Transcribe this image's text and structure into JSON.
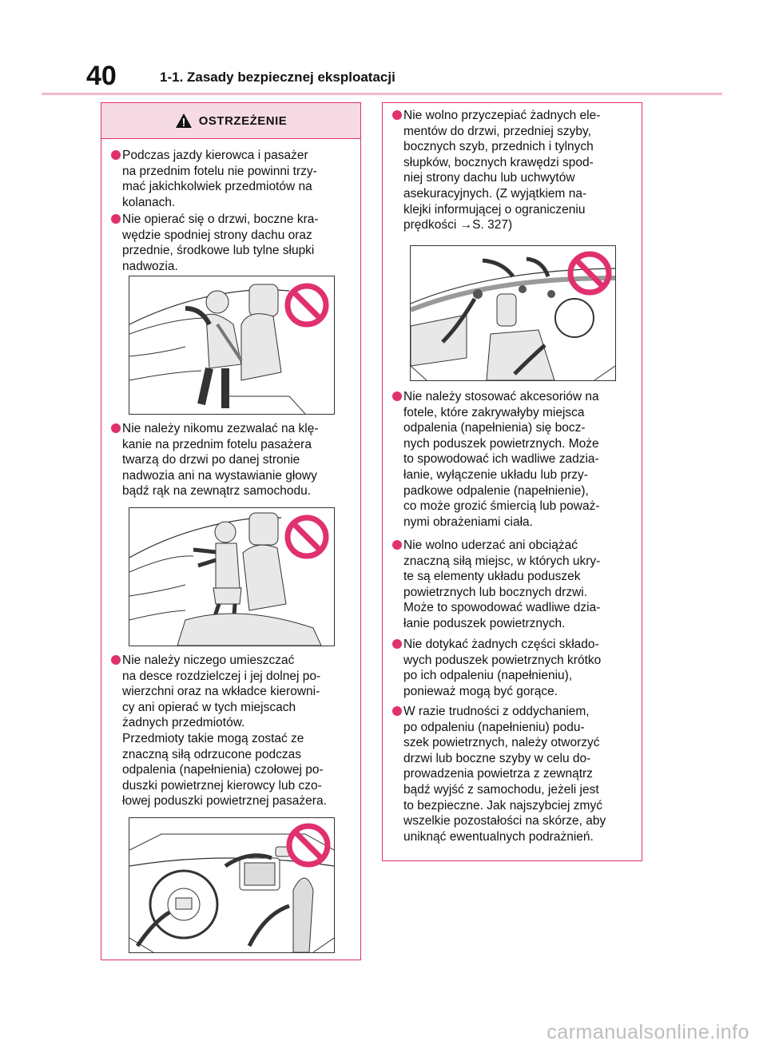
{
  "header": {
    "page_number": "40",
    "section_title": "1-1. Zasady bezpiecznej eksploatacji"
  },
  "warning": {
    "title": "OSTRZEŻENIE"
  },
  "left_items": [
    {
      "text": "Podczas jazdy kierowca i pasażer\nna przednim fotelu nie powinni trzy-\nmać jakichkolwiek przedmiotów na\nkolanach."
    },
    {
      "text": "Nie opierać się o drzwi, boczne kra-\nwędzie spodniej strony dachu oraz\nprzednie, środkowe lub tylne słupki\nnadwozia."
    },
    {
      "text": "Nie należy nikomu zezwalać na klę-\nkanie na przednim fotelu pasażera\ntwarzą do drzwi po danej stronie\nnadwozia ani na wystawianie głowy\nbądź rąk na zewnątrz samochodu."
    },
    {
      "text": "Nie należy niczego umieszczać\nna desce rozdzielczej i jej dolnej po-\nwierzchni oraz na wkładce kierowni-\ncy ani opierać w tych miejscach\nżadnych przedmiotów.\nPrzedmioty takie mogą zostać ze\nznaczną siłą odrzucone podczas\nodpalenia (napełnienia) czołowej po-\nduszki powietrznej kierowcy lub czo-\nłowej poduszki powietrznej pasażera."
    }
  ],
  "right_items": [
    {
      "text": "Nie wolno przyczepiać żadnych ele-\nmentów do drzwi, przedniej szyby,\nbocznych szyb, przednich i tylnych\nsłupków, bocznych krawędzi spod-\nniej strony dachu lub uchwytów\nasekuracyjnych. (Z wyjątkiem na-\nklejki informującej o ograniczeniu\nprędkości →S. 327)"
    },
    {
      "text": "Nie należy stosować akcesoriów na\nfotele, które zakrywałyby miejsca\nodpalenia (napełnienia) się bocz-\nnych poduszek powietrznych. Może\nto spowodować ich wadliwe zadzia-\nłanie, wyłączenie układu lub przy-\npadkowe odpalenie (napełnienie),\nco może grozić śmiercią lub poważ-\nnymi obrażeniami ciała."
    },
    {
      "text": "Nie wolno uderzać ani obciążać\nznaczną siłą miejsc, w których ukry-\nte są elementy układu poduszek\npowietrznych lub bocznych drzwi.\nMoże to spowodować wadliwe dzia-\nłanie poduszek powietrznych."
    },
    {
      "text": "Nie dotykać żadnych części składo-\nwych poduszek powietrznych krótko\npo ich odpaleniu (napełnieniu),\nponieważ mogą być gorące."
    },
    {
      "text": "W razie trudności z oddychaniem,\npo odpaleniu (napełnieniu) podu-\nszek powietrznych, należy otworzyć\ndrzwi lub boczne szyby w celu do-\nprowadzenia powietrza z zewnątrz\nbądź wyjść z samochodu, jeżeli jest\nto bezpieczne. Jak najszybciej zmyć\nwszelkie pozostałości na skórze, aby\nuniknąć ewentualnych podrażnień."
    }
  ],
  "watermark": "carmanualsonline.info",
  "colors": {
    "accent": "#e0306f",
    "header_bg": "#f6dbe5",
    "rule": "#f3b8cc"
  }
}
